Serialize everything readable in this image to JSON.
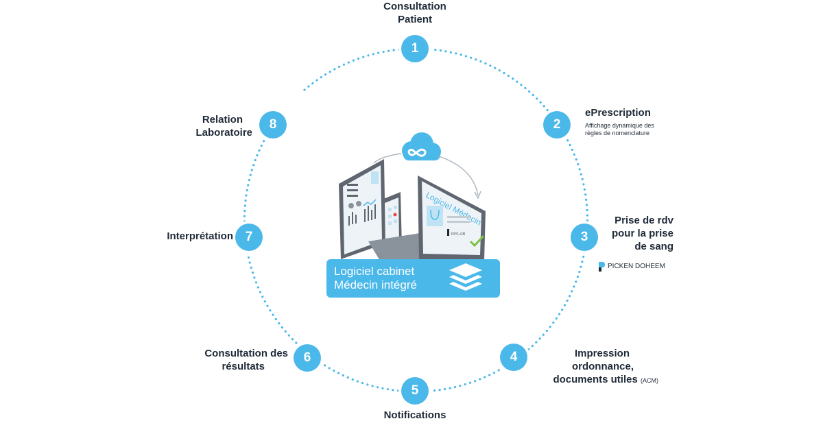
{
  "steps": [
    {
      "number": "1",
      "lines": [
        "Consultation",
        "Patient"
      ]
    },
    {
      "number": "2",
      "lines": [
        "ePrescription"
      ],
      "note_lines": [
        "Affichage dynamique des",
        "règles de nomenclature"
      ]
    },
    {
      "number": "3",
      "lines": [
        "Prise de rdv",
        "pour la prise",
        "de sang"
      ],
      "brand": "PICKEN DOHEEM"
    },
    {
      "number": "4",
      "lines": [
        "Impression",
        "ordonnance,",
        "documents utiles"
      ],
      "suffix": "(ACM)"
    },
    {
      "number": "5",
      "lines": [
        "Notifications"
      ]
    },
    {
      "number": "6",
      "lines": [
        "Consultation des",
        "résultats"
      ]
    },
    {
      "number": "7",
      "lines": [
        "Interprétation"
      ]
    },
    {
      "number": "8",
      "lines": [
        "Relation",
        "Laboratoire"
      ]
    }
  ],
  "center": {
    "band_lines": [
      "Logiciel cabinet",
      "Médecin intégré"
    ],
    "monitor_text": "Logiciel Médecin",
    "monitor_logo": "MYLAB"
  },
  "colors": {
    "accent": "#4bb8ea",
    "text": "#1f2a37",
    "device": "#5f6670",
    "check": "#7cc242"
  }
}
